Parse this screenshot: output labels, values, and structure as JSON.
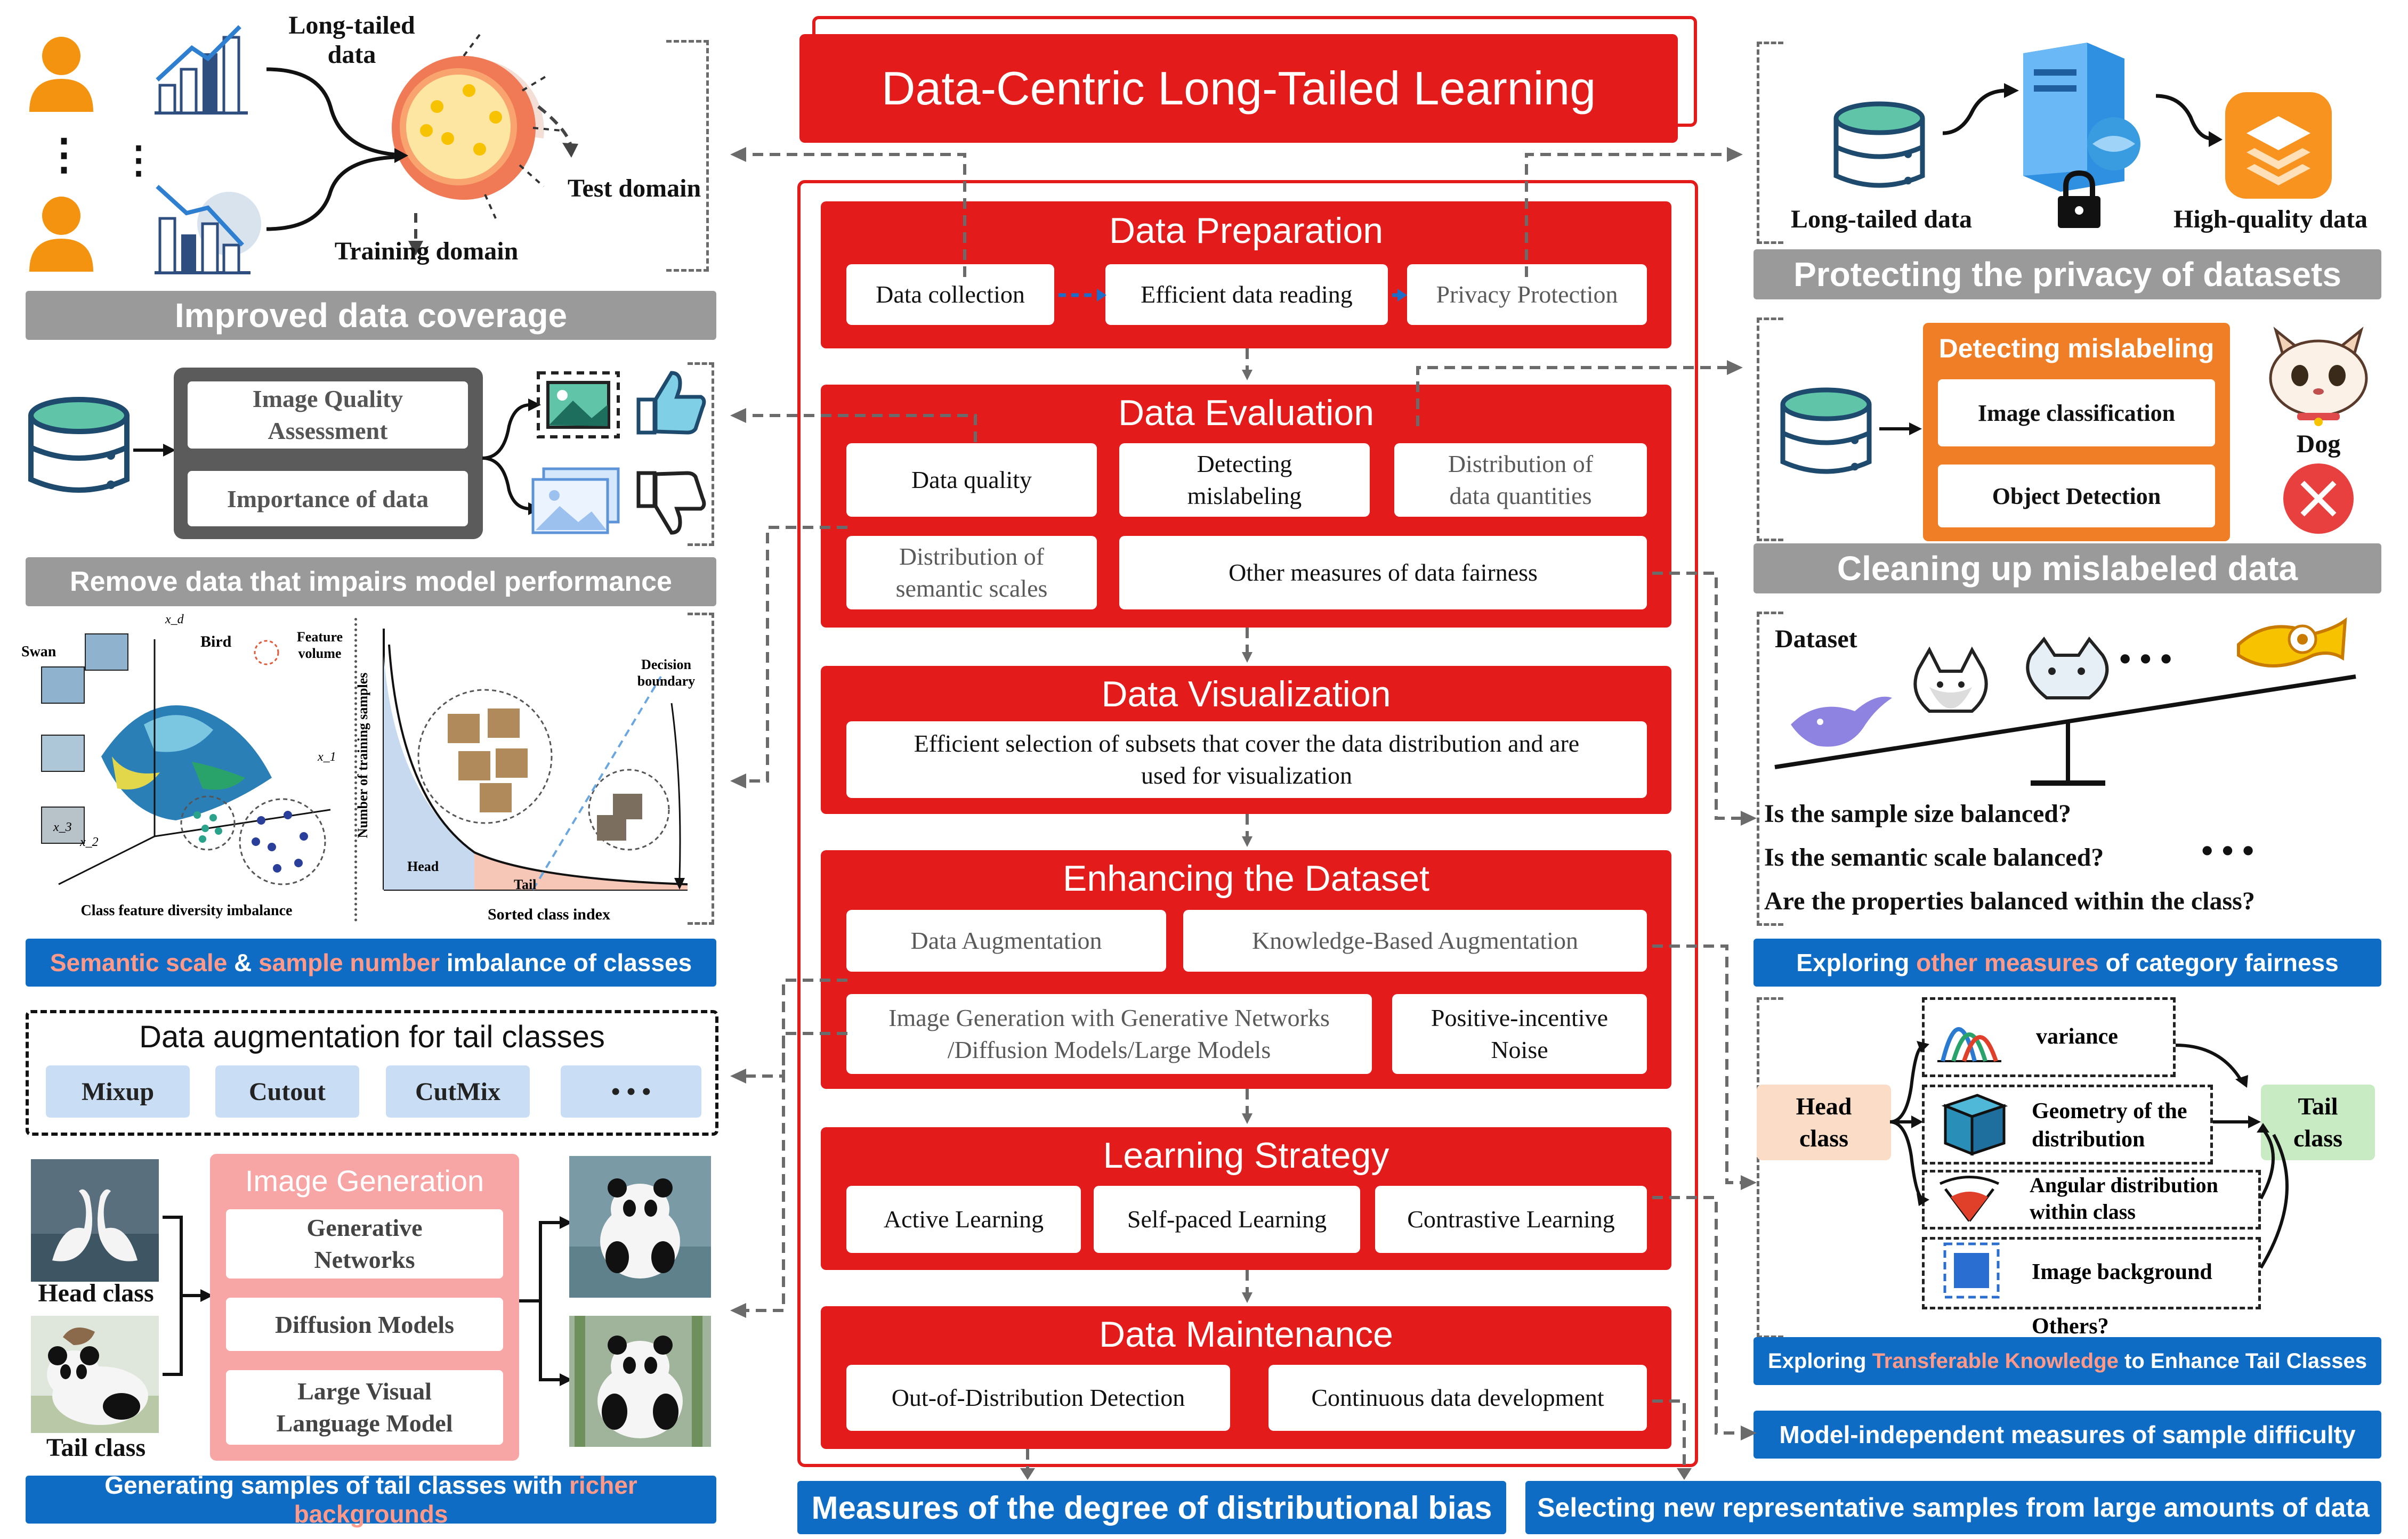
{
  "center": {
    "title": "Data-Centric Long-Tailed Learning",
    "panels": [
      {
        "title": "Data Preparation",
        "items": [
          "Data collection",
          "Efficient data reading",
          "Privacy Protection"
        ]
      },
      {
        "title": "Data Evaluation",
        "items": [
          "Data quality",
          "Detecting mislabeling",
          "Distribution of data quantities",
          "Distribution of semantic scales",
          "Other measures of data fairness"
        ]
      },
      {
        "title": "Data Visualization",
        "items": [
          "Efficient selection of subsets that cover the data distribution and are used for visualization"
        ]
      },
      {
        "title": "Enhancing the Dataset",
        "items": [
          "Data Augmentation",
          "Knowledge-Based Augmentation",
          "Image Generation with Generative Networks /Diffusion Models/Large Models",
          "Positive-incentive Noise"
        ]
      },
      {
        "title": "Learning Strategy",
        "items": [
          "Active Learning",
          "Self-paced Learning",
          "Contrastive Learning"
        ]
      },
      {
        "title": "Data Maintenance",
        "items": [
          "Out-of-Distribution Detection",
          "Continuous data development"
        ]
      }
    ],
    "bottom_banner": "Measures of the degree of distributional bias"
  },
  "left": {
    "coverage": {
      "longtailed_label": "Long-tailed data",
      "test_label": "Test domain",
      "train_label": "Training domain",
      "dots": "⋮",
      "banner": "Improved data coverage"
    },
    "remove": {
      "box1": "Image Quality Assessment",
      "box2": "Importance of data",
      "banner": "Remove data that impairs model performance"
    },
    "imbalance": {
      "swan": "Swan",
      "bird": "Bird",
      "feature_volume": "Feature volume",
      "xd": "x_d",
      "x1": "x_1",
      "x2": "x_2",
      "x3": "x_3",
      "caption_left": "Class feature diversity imbalance",
      "ylabel": "Number of training samples",
      "xlabel": "Sorted class index",
      "decision": "Decision boundary",
      "head": "Head",
      "tail": "Tail",
      "banner_part1": "Semantic scale",
      "banner_part2": " & ",
      "banner_part3": "sample number",
      "banner_part4": " imbalance of classes"
    },
    "augment": {
      "title": "Data augmentation for tail classes",
      "items": [
        "Mixup",
        "Cutout",
        "CutMix",
        "• • •"
      ]
    },
    "generation": {
      "title": "Image Generation",
      "items": [
        "Generative Networks",
        "Diffusion Models",
        "Large Visual Language Model"
      ],
      "head_label": "Head class",
      "tail_label": "Tail class",
      "banner_part1": "Generating samples of tail classes with ",
      "banner_part2": "richer backgrounds"
    }
  },
  "right": {
    "privacy": {
      "left_label": "Long-tailed data",
      "right_label": "High-quality data",
      "banner": "Protecting the privacy of datasets"
    },
    "mislabel": {
      "title": "Detecting mislabeling",
      "items": [
        "Image classification",
        "Object Detection"
      ],
      "dog": "Dog",
      "banner": "Cleaning up mislabeled data"
    },
    "fairness": {
      "dataset": "Dataset",
      "ellipsis": "• • •",
      "q1": "Is the sample size balanced?",
      "q2": "Is the semantic scale balanced?",
      "q3": "Are the properties balanced within the class?",
      "q_ellipsis": "• • •",
      "banner_part1": "Exploring ",
      "banner_part2": "other measures",
      "banner_part3": " of category fairness"
    },
    "transfer": {
      "head": "Head class",
      "tail": "Tail class",
      "items": [
        "variance",
        "Geometry of the distribution",
        "Angular distribution within class",
        "Image background"
      ],
      "others": "Others?",
      "banner_part1": "Exploring ",
      "banner_part2": "Transferable Knowledge",
      "banner_part3": " to Enhance Tail Classes"
    },
    "difficulty_banner": "Model-independent measures of sample difficulty",
    "select_banner": "Selecting new representative samples from large amounts of data"
  },
  "colors": {
    "red": "#e31b1b",
    "orange": "#f07e26",
    "pink": "#f8a5a5",
    "blue": "#0f6cc4",
    "gray": "#9a9a9a",
    "teal": "#5fc4a8"
  }
}
